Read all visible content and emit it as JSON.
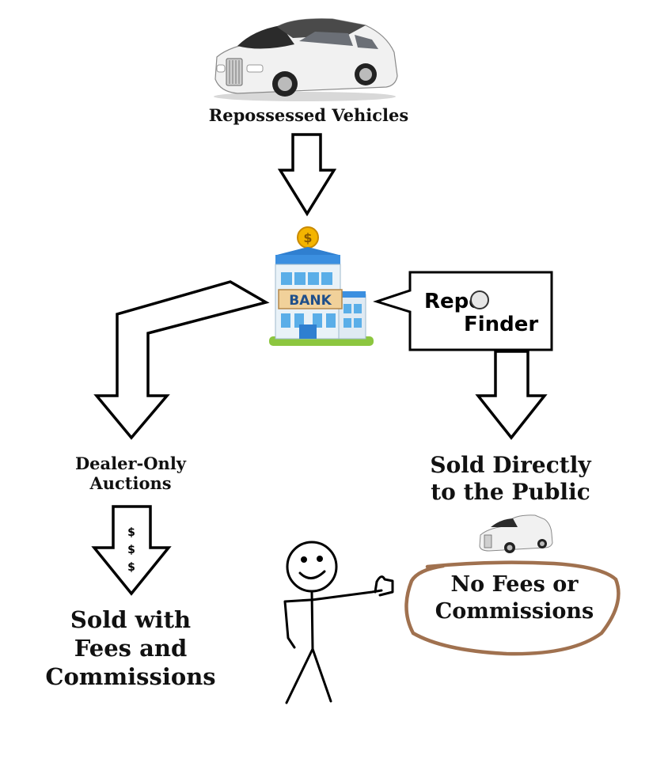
{
  "top": {
    "label": "Repossessed Vehicles",
    "icon": "car-icon"
  },
  "bank": {
    "sign": "BANK",
    "coin": "$",
    "icon": "bank-icon"
  },
  "repofinder": {
    "line1": "Repo",
    "line2": "Finder",
    "icon": "magnifier-icon"
  },
  "left": {
    "label_line1": "Dealer-Only",
    "label_line2": "Auctions",
    "dollars": [
      "$",
      "$",
      "$"
    ],
    "result_line1": "Sold with",
    "result_line2": "Fees and",
    "result_line3": "Commissions"
  },
  "right": {
    "label_line1": "Sold Directly",
    "label_line2": "to the Public",
    "result_line1": "No Fees or",
    "result_line2": "Commissions",
    "highlight_color": "#a0714f"
  },
  "figure": {
    "icon": "stick-figure-thumbs-up-icon"
  }
}
